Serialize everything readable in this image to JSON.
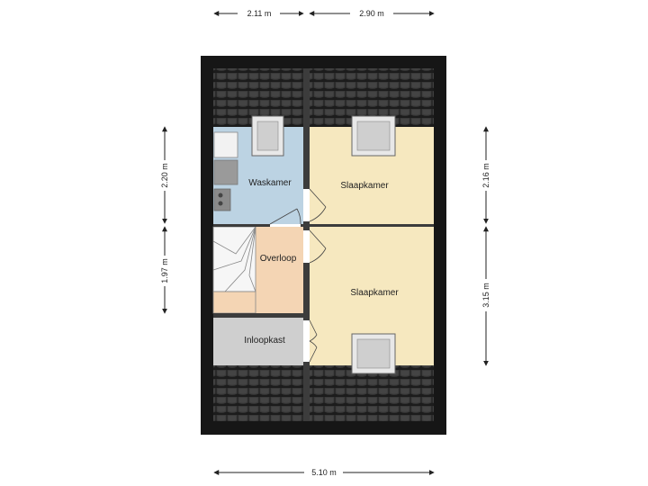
{
  "rooms": {
    "waskamer": "Waskamer",
    "slaapkamer_top": "Slaapkamer",
    "overloop": "Overloop",
    "slaapkamer_bottom": "Slaapkamer",
    "inloopkast": "Inloopkast"
  },
  "dimensions": {
    "top_left": "2.11 m",
    "top_right": "2.90 m",
    "bottom": "5.10 m",
    "left_upper": "2.20 m",
    "left_lower": "1.97 m",
    "right_upper": "2.16 m",
    "right_lower": "3.15 m"
  },
  "colors": {
    "waskamer": "#bcd3e3",
    "slaapkamer": "#f6e8bf",
    "overloop": "#f4d5b4",
    "inloopkast": "#cfcfcf",
    "roof": "#1a1a1a",
    "wall": "#3c3c3c"
  }
}
